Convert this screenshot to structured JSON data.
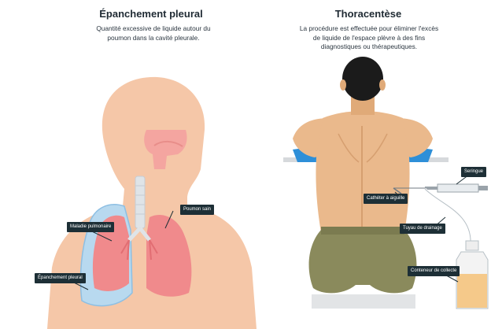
{
  "left_panel": {
    "title": "Épanchement pleural",
    "description": "Quantité excessive de liquide autour du poumon dans la cavité pleurale.",
    "labels": {
      "healthy_lung": "Poumon sain",
      "lung_disease": "Maladie pulmonaire",
      "pleural_effusion": "Épanchement pleural"
    }
  },
  "right_panel": {
    "title": "Thoracentèse",
    "description": "La procédure est effectuée pour éliminer l'excès de liquide de l'espace plèvre à des fins diagnostiques ou thérapeutiques.",
    "labels": {
      "syringe": "Seringue",
      "needle_catheter": "Cathéter à aiguille",
      "drainage_tube": "Tuyau de drainage",
      "collection_container": "Conteneur de collecte"
    }
  },
  "colors": {
    "skin": "#f5c7a8",
    "skin_shadow": "#eeb896",
    "airway": "#f4a5a0",
    "trachea": "#dfe4e8",
    "lung": "#f08a8c",
    "lung_dark": "#e26e73",
    "effusion": "#b8d9ef",
    "effusion_border": "#8dbfe3",
    "back_skin": "#eab98c",
    "hair": "#1b1b1b",
    "pants": "#8a8a5c",
    "table_pad": "#2e8fd8",
    "fluid": "#f5c98a",
    "callout_bg": "#1d2f36"
  }
}
